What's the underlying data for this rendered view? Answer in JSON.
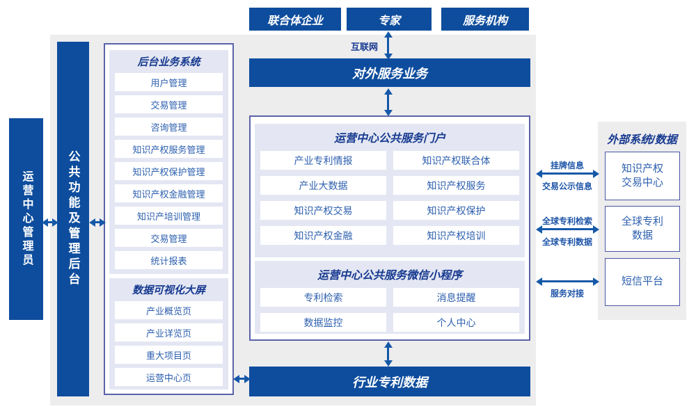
{
  "colors": {
    "bar_blue": "#0E4D9D",
    "arrow_blue": "#1558A8",
    "panel_border": "#5A62A8",
    "light_panel": "#E4E7F3",
    "item_text": "#2C5FAE",
    "title_text": "#16398F",
    "gray_bg": "#EDEDEE"
  },
  "top_actors": [
    {
      "label": "联合体企业"
    },
    {
      "label": "专家"
    },
    {
      "label": "服务机构"
    }
  ],
  "internet_label": "互联网",
  "bars": {
    "external_service": "对外服务业务",
    "industry_patent_data": "行业专利数据"
  },
  "left_rails": {
    "admin": "运营中心管理员",
    "backend": "公共功能及管理后台"
  },
  "backend_panel": {
    "title": "后台业务系统",
    "items": [
      "用户管理",
      "交易管理",
      "咨询管理",
      "知识产权服务管理",
      "知识产权保护管理",
      "知识产权金融管理",
      "知识产培训管理",
      "交易管理",
      "统计报表"
    ]
  },
  "dashboard_panel": {
    "title": "数据可视化大屏",
    "items": [
      "产业概览页",
      "产业详览页",
      "重大项目页",
      "运营中心页"
    ]
  },
  "portal": {
    "title": "运营中心公共服务门户",
    "items": [
      "产业专利情报",
      "知识产权联合体",
      "产业大数据",
      "知识产权服务",
      "知识产权交易",
      "知识产权保护",
      "知识产权金融",
      "知识产权培训"
    ]
  },
  "miniprogram": {
    "title": "运营中心公共服务微信小程序",
    "items": [
      "专利检索",
      "消息提醒",
      "数据监控",
      "个人中心"
    ]
  },
  "external": {
    "title": "外部系统/数据",
    "systems": [
      "知识产权交易中心",
      "全球专利数据",
      "短信平台"
    ],
    "links": [
      {
        "top": "挂牌信息",
        "bottom": "交易公示信息"
      },
      {
        "top": "全球专利检索",
        "bottom": "全球专利数据"
      },
      {
        "top": "",
        "bottom": "服务对接"
      }
    ]
  }
}
